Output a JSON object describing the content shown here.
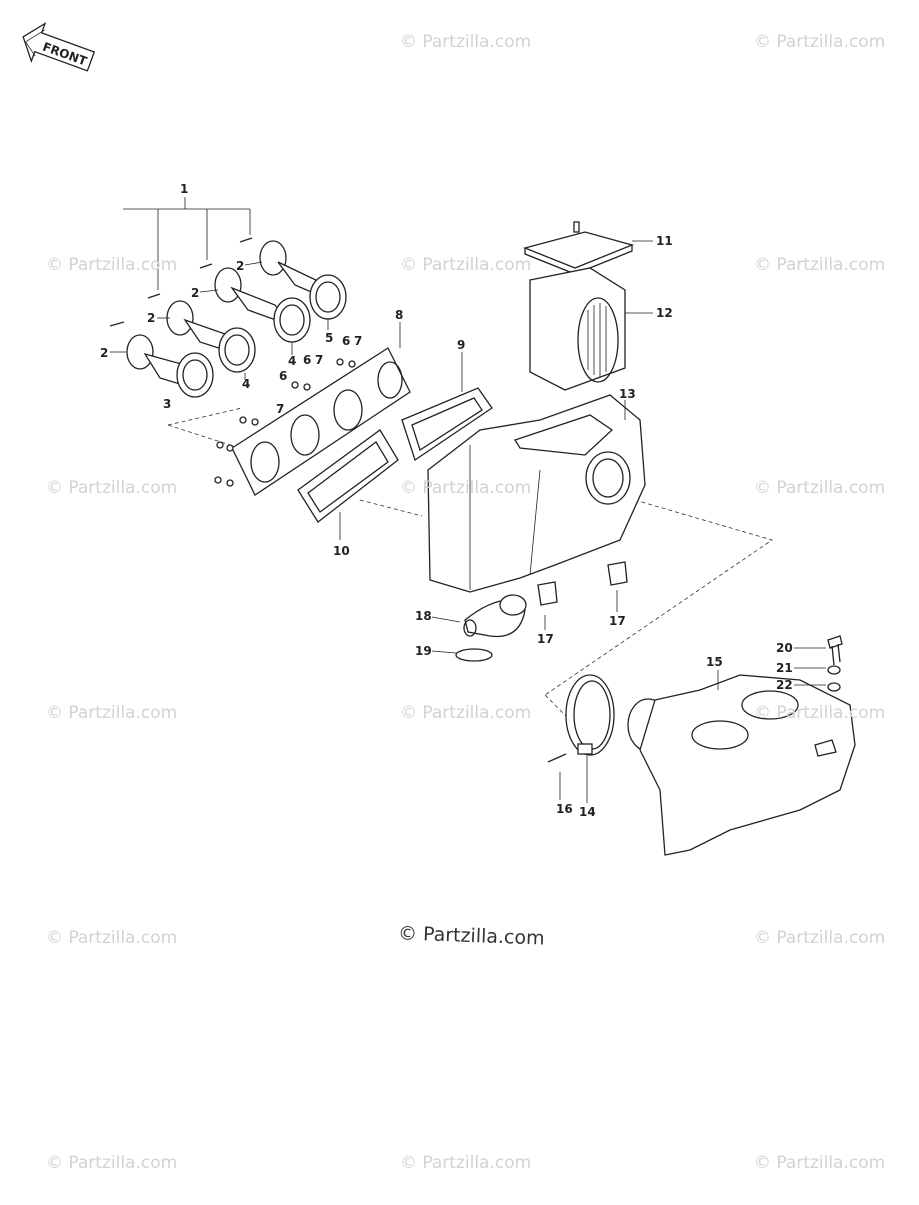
{
  "front_label": "FRONT",
  "watermark": "© Partzilla.com",
  "copyright": "© Partzilla.com",
  "part_labels": {
    "l1": "1",
    "l2a": "2",
    "l2b": "2",
    "l2c": "2",
    "l2d": "2",
    "l3": "3",
    "l4a": "4",
    "l4b": "4",
    "l5": "5",
    "l6a": "6",
    "l7a": "7",
    "l6b": "6",
    "l7b": "7",
    "l6c": "6",
    "l7c": "7",
    "l8": "8",
    "l9": "9",
    "l10": "10",
    "l11": "11",
    "l12": "12",
    "l13": "13",
    "l14": "14",
    "l15": "15",
    "l16": "16",
    "l17a": "17",
    "l17b": "17",
    "l18": "18",
    "l19": "19",
    "l20": "20",
    "l21": "21",
    "l22": "22"
  }
}
